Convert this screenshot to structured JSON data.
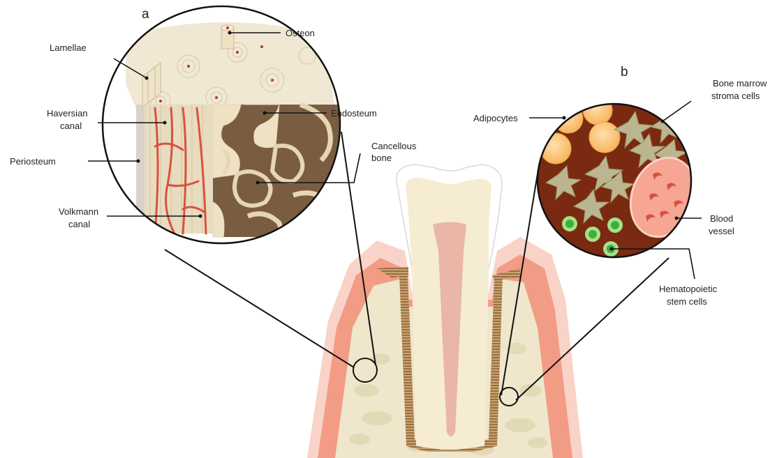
{
  "panels": {
    "a": "a",
    "b": "b"
  },
  "labels_a": {
    "lamellae": "Lamellae",
    "osteon": "Osteon",
    "haversian_1": "Haversian",
    "haversian_2": "canal",
    "endosteum": "Endosteum",
    "periosteum": "Periosteum",
    "cancellous_1": "Cancellous",
    "cancellous_2": "bone",
    "volkmann_1": "Volkmann",
    "volkmann_2": "canal"
  },
  "labels_b": {
    "adipocytes": "Adipocytes",
    "stroma_1": "Bone marrow",
    "stroma_2": "stroma cells",
    "blood_1": "Blood",
    "blood_2": "vessel",
    "hsc_1": "Hematopoietic",
    "hsc_2": "stem cells"
  },
  "colors": {
    "gum_outer": "#f8c9bd",
    "gum_inner": "#f29c86",
    "bone": "#eee4c8",
    "marrow": "#7a2a10",
    "adipocyte": "#fbc476",
    "blood_vessel": "#f6a692",
    "stem_cell": "#4cc04a",
    "vessel_red": "#d9523f"
  }
}
